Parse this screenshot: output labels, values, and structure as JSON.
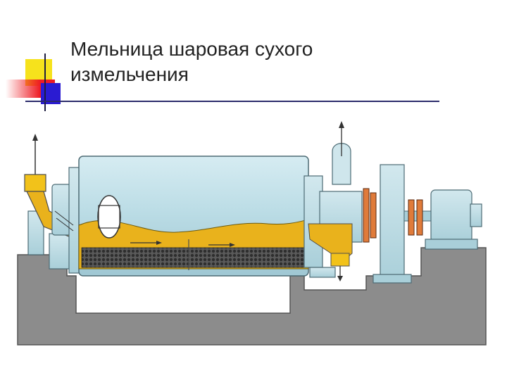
{
  "slide": {
    "title_line1": "Мельница шаровая сухого",
    "title_line2": "измельчения"
  },
  "colors": {
    "accent_yellow": "#f6e21c",
    "accent_red": "#ee1c24",
    "accent_blue": "#2a1bd2",
    "rule_line": "#2b2b6b",
    "drum": "#bcdde6",
    "material": "#e9b21c",
    "grinding_media": "#3a3a3a",
    "foundation": "#8c8c8c"
  },
  "diagram": {
    "icons": [
      "feed-hopper",
      "inlet-chute",
      "drum",
      "manhole",
      "discharge-outlet",
      "exhaust-pipe",
      "coupling",
      "flywheel",
      "motor",
      "foundation"
    ]
  }
}
